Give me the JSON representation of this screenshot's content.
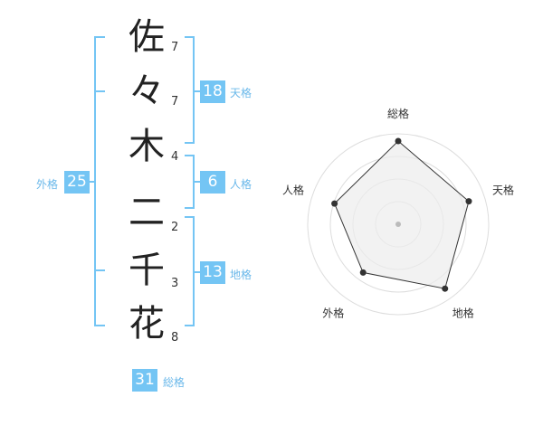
{
  "name": {
    "characters": [
      {
        "char": "佐",
        "strokes": "7"
      },
      {
        "char": "々",
        "strokes": "7"
      },
      {
        "char": "木",
        "strokes": "4"
      },
      {
        "char": "二",
        "strokes": "2"
      },
      {
        "char": "千",
        "strokes": "3"
      },
      {
        "char": "花",
        "strokes": "8"
      }
    ]
  },
  "fortunes": {
    "tenkaku": {
      "value": "18",
      "label": "天格"
    },
    "jinkaku": {
      "value": "6",
      "label": "人格"
    },
    "chikaku": {
      "value": "13",
      "label": "地格"
    },
    "gaikaku": {
      "value": "25",
      "label": "外格"
    },
    "soukaku": {
      "value": "31",
      "label": "総格"
    }
  },
  "chart_data": {
    "type": "radar",
    "axes": [
      "総格",
      "天格",
      "地格",
      "外格",
      "人格"
    ],
    "values": [
      0.92,
      0.82,
      0.88,
      0.66,
      0.74
    ],
    "max": 1,
    "rings": 4
  },
  "colors": {
    "bracket": "#74c5f4",
    "badge": "#74c5f4",
    "badge_label": "#6ab8ea",
    "radar_line": "#333333",
    "radar_fill": "#ececec",
    "ring": "#dddddd"
  }
}
